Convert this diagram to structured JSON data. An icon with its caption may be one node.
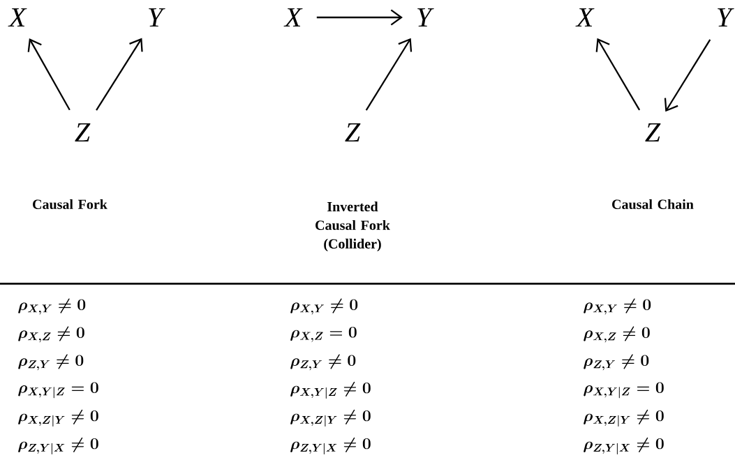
{
  "diagram": {
    "nodes": [
      {
        "text": [
          "X"
        ]
      },
      {
        "text": [
          "Y"
        ]
      },
      {
        "text": [
          "Z"
        ]
      },
      {
        "text": [
          "X"
        ]
      },
      {
        "text": [
          "Y"
        ]
      },
      {
        "text": [
          "Z"
        ]
      },
      {
        "text": [
          "X"
        ]
      },
      {
        "text": [
          "Y"
        ]
      },
      {
        "text": [
          "Z"
        ]
      }
    ],
    "edges": [
      {
        "from": 2,
        "to": 0,
        "arrow": "to"
      },
      {
        "from": 2,
        "to": 1,
        "arrow": "to"
      },
      {
        "from": 3,
        "to": 4,
        "arrow": "to"
      },
      {
        "from": 5,
        "to": 4,
        "arrow": "to"
      },
      {
        "from": 8,
        "to": 6,
        "arrow": "to"
      },
      {
        "from": 7,
        "to": 8,
        "arrow": "to"
      }
    ],
    "labels": [
      "Causal Fork",
      "Inverted Causal Fork (Collider)",
      "Causal Chain",
      "\\rho_{X,Y} \\neq 0",
      "\\rho_{X,Z} \\neq 0",
      "\\rho_{Z,Y} \\neq 0",
      "\\rho_{X,Y\\mid Z} = 0",
      "\\rho_{X,Z\\mid Y} \\neq 0",
      "\\rho_{Z,Y\\mid X} \\neq 0",
      "\\rho_{X,Y} \\neq 0",
      "\\rho_{X,Z} = 0",
      "\\rho_{Z,Y} \\neq 0",
      "\\rho_{X,Y\\mid Z} \\neq 0",
      "\\rho_{X,Z\\mid Y} \\neq 0",
      "\\rho_{Z,Y\\mid X} \\neq 0",
      "\\rho_{X,Y} \\neq 0",
      "\\rho_{X,Z} \\neq 0",
      "\\rho_{Z,Y} \\neq 0",
      "\\rho_{X,Y\\mid Z} = 0",
      "\\rho_{X,Z\\mid Y} \\neq 0",
      "\\rho_{Z,Y\\mid X} \\neq 0"
    ]
  }
}
